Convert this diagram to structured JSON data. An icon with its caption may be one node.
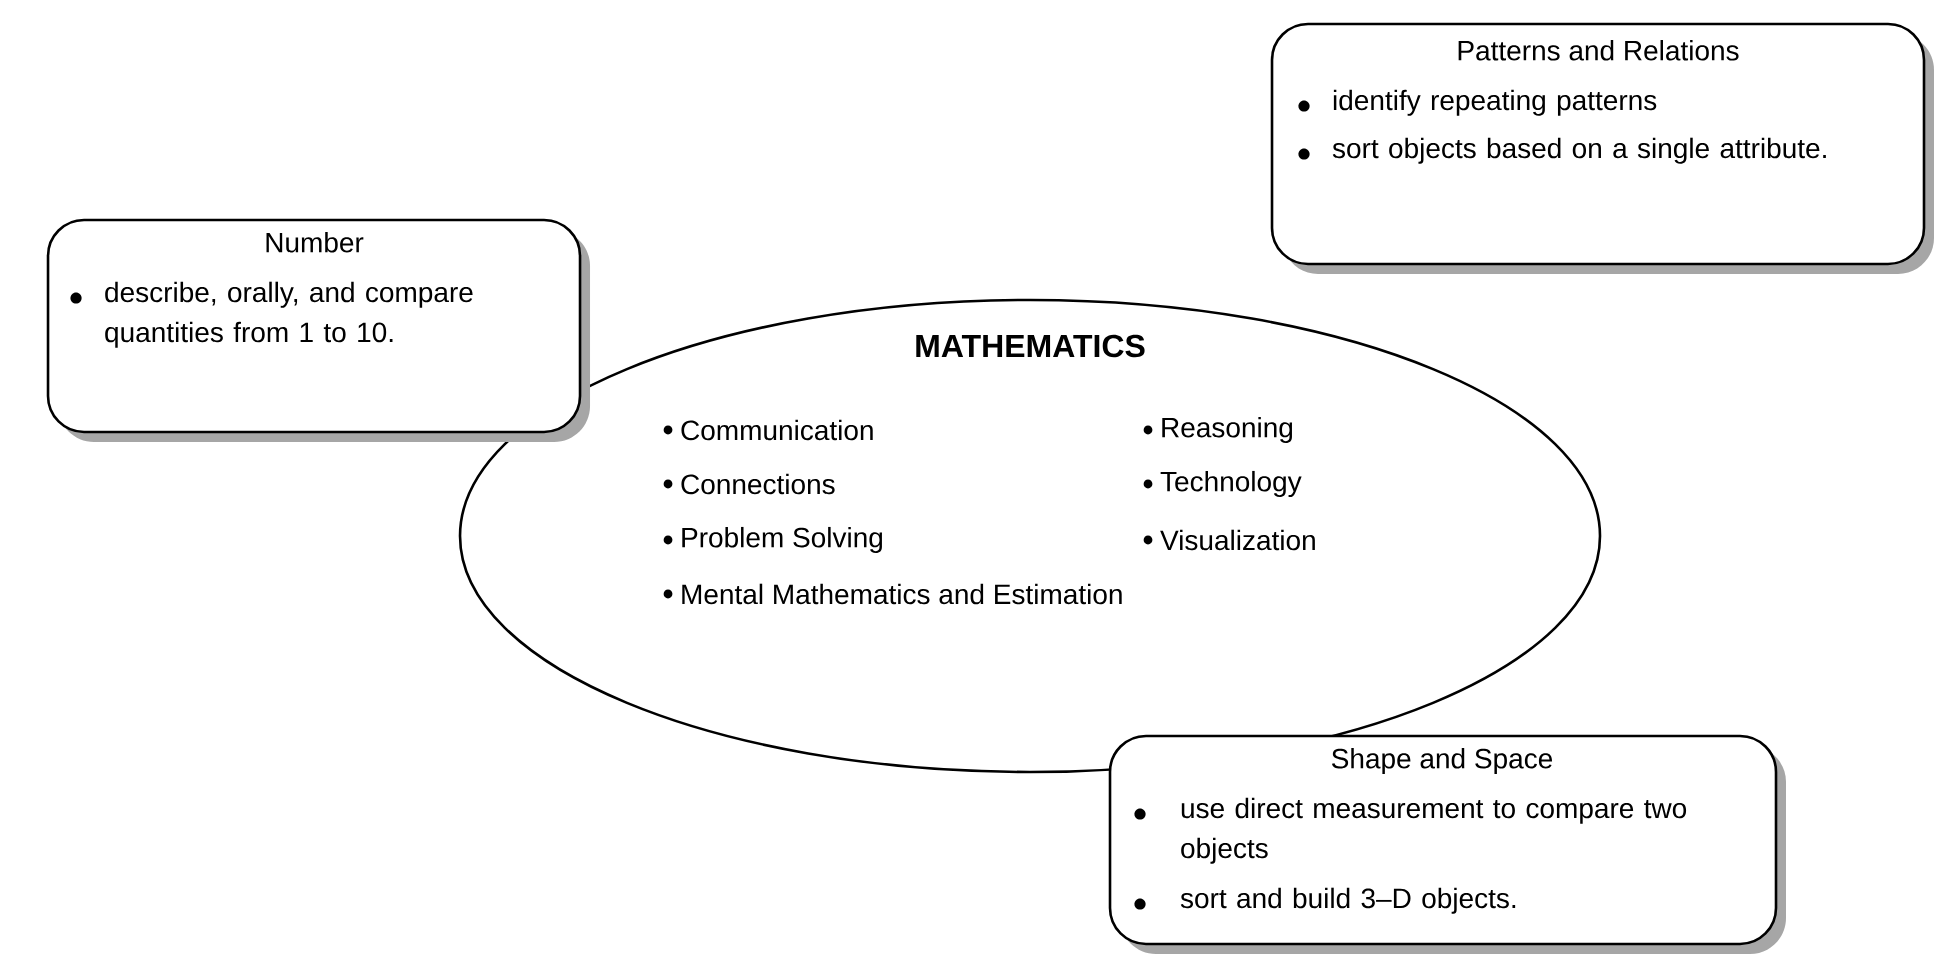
{
  "diagram": {
    "nodes": [
      {
        "text": [
          "Patterns and Relations",
          "identify repeating patterns",
          "sort objects based on a single attribute."
        ]
      },
      {
        "text": [
          "Number",
          "describe, orally, and compare quantities from 1 to 10."
        ]
      },
      {
        "text": [
          "MATHEMATICS",
          "Communication",
          "Reasoning",
          "Connections",
          "Technology",
          "Problem Solving",
          "Visualization",
          "Mental Mathematics and Estimation"
        ]
      },
      {
        "text": [
          "Shape and Space",
          "use direct measurement to compare two objects",
          "sort and build 3–D objects."
        ]
      }
    ]
  }
}
